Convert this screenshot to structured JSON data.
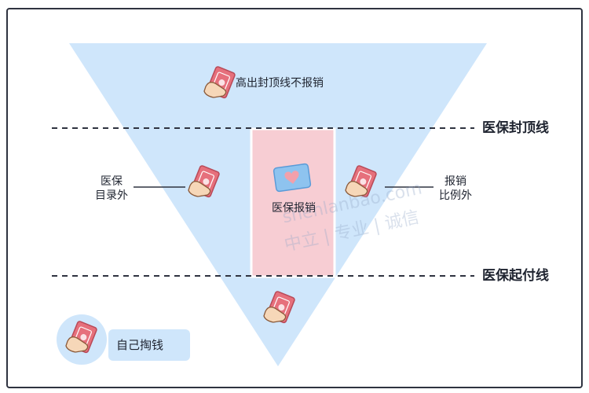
{
  "labels": {
    "top_zone": "高出封顶线不报销",
    "ceiling_line": "医保封顶线",
    "deductible_line": "医保起付线",
    "left_category_line1": "医保",
    "left_category_line2": "目录外",
    "right_category_line1": "报销",
    "right_category_line2": "比例外",
    "center_zone": "医保报销",
    "legend_self_pay": "自己掏钱"
  },
  "watermark": {
    "url": "shenlanbao.com",
    "slogan": "中立 | 专业 | 诚信"
  },
  "colors": {
    "triangle_fill": "#cfe6fb",
    "reimburse_fill": "#f7cdd3",
    "dashed_line": "#2f3340",
    "money_icon": "#e6707c",
    "hand_skin": "#f6d7b8"
  },
  "icons": [
    "money-hand-icon",
    "insurance-card-icon"
  ]
}
